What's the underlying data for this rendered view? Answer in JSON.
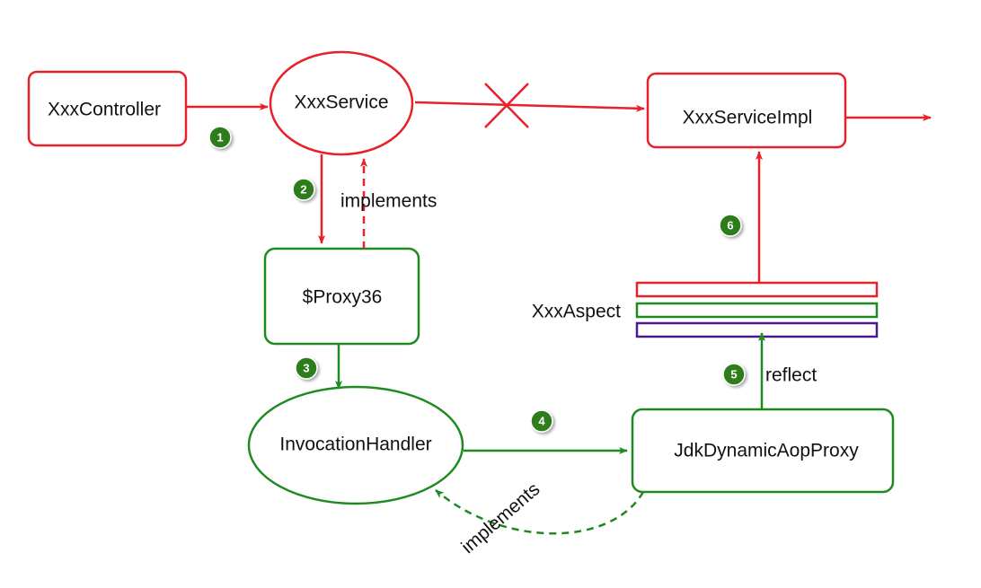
{
  "colors": {
    "red": "#e8202a",
    "green": "#1f8a1f",
    "purple": "#4a1a8c",
    "badge": "#2e7d1e"
  },
  "nodes": {
    "controller": "XxxController",
    "service": "XxxService",
    "service_impl": "XxxServiceImpl",
    "proxy": "$Proxy36",
    "invocation_handler": "InvocationHandler",
    "jdk_proxy": "JdkDynamicAopProxy",
    "aspect": "XxxAspect"
  },
  "edge_labels": {
    "proxy_implements_service": "implements",
    "jdk_implements_handler": "implements",
    "reflect": "reflect"
  },
  "steps": [
    "1",
    "2",
    "3",
    "4",
    "5",
    "6"
  ]
}
